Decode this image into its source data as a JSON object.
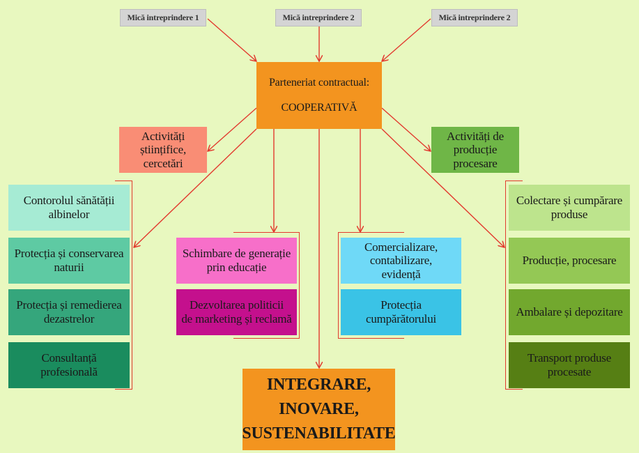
{
  "header_tags": [
    "Mică intreprindere 1",
    "Mică intreprindere 2",
    "Mică intreprindere 2"
  ],
  "center": {
    "line1": "Parteneriat contractual:",
    "line2": "COOPERATIVĂ"
  },
  "upper_left": "Activități științifice,\ncercetări",
  "upper_right": "Activități de producție\nprocesare",
  "left_column": [
    "Contorolul sănătății\nalbinelor",
    "Protecția și conservarea\nnaturii",
    "Protecția și remedierea\ndezastrelor",
    "Consultanță profesională"
  ],
  "mid_left_column": [
    "Schimbare de generație\nprin educație",
    "Dezvoltarea politicii\nde marketing și reclamă"
  ],
  "mid_right_column": [
    "Comercializare, contabilizare,\nevidență",
    "Protecția cumpărătorului"
  ],
  "right_column": [
    "Colectare și cumpărare\nproduse",
    "Producție, procesare",
    "Ambalare și depozitare",
    "Transport produse procesate"
  ],
  "result": "INTEGRARE, INOVARE,\nSUSTENABILITATE",
  "colors": {
    "background": "#e8f8bf",
    "center": "#f3941f",
    "arrows": "#e23a2e",
    "left": [
      "#a6ebd4",
      "#5ecaa3",
      "#35a67c",
      "#1a8c5e"
    ],
    "mid_left": [
      "#f76fc9",
      "#c4108d"
    ],
    "mid_right": [
      "#6fd9f7",
      "#3ac3e6"
    ],
    "right": [
      "#bde48d",
      "#94c855",
      "#72a82e",
      "#567f14"
    ],
    "upper_left": "#f98d75",
    "upper_right": "#6fb647"
  }
}
